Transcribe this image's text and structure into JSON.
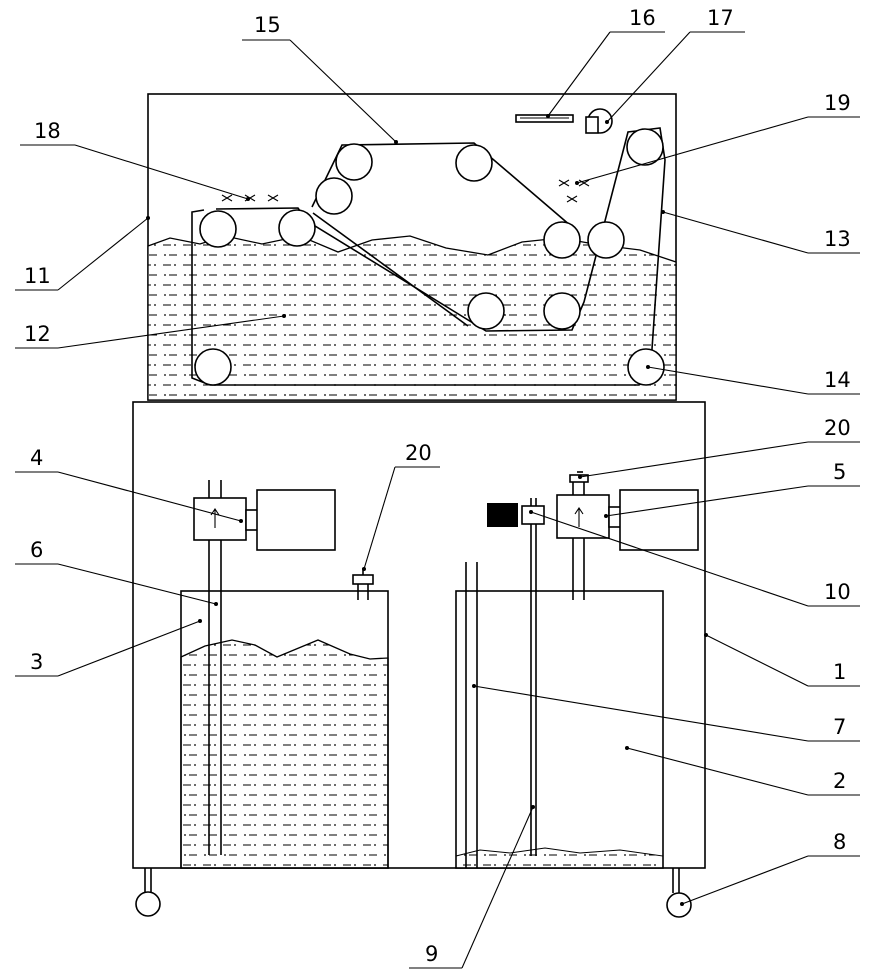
{
  "diagram": {
    "labels": {
      "l1": "1",
      "l2": "2",
      "l3": "3",
      "l4": "4",
      "l5": "5",
      "l6": "6",
      "l7": "7",
      "l8": "8",
      "l9": "9",
      "l10": "10",
      "l11": "11",
      "l12": "12",
      "l13": "13",
      "l14": "14",
      "l15": "15",
      "l16": "16",
      "l17": "17",
      "l18": "18",
      "l19": "19",
      "l20a": "20",
      "l20b": "20"
    }
  }
}
